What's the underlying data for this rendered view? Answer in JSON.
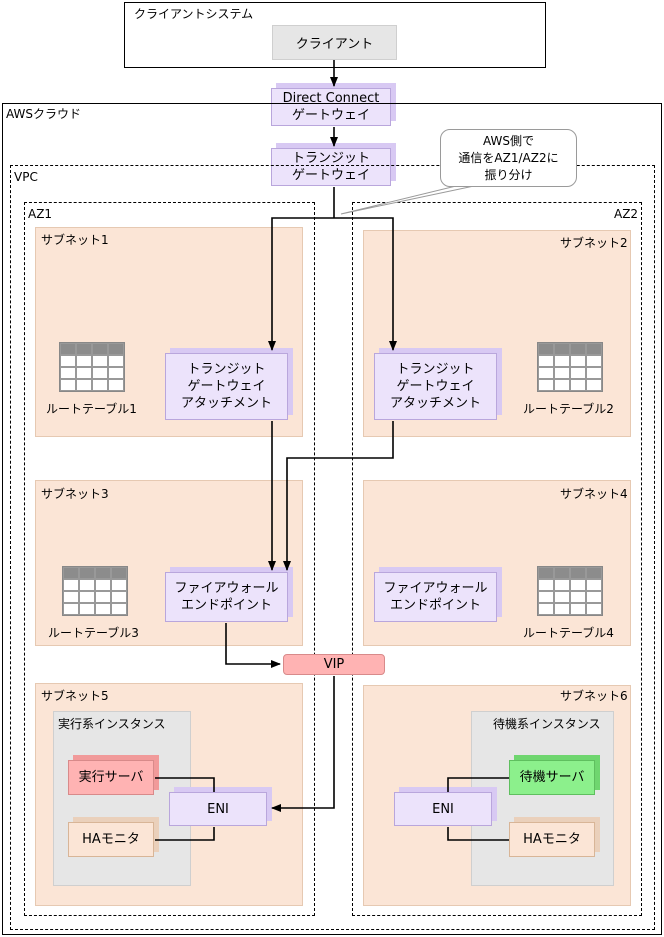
{
  "client_system": {
    "label": "クライアントシステム",
    "client": "クライアント"
  },
  "direct_connect": "Direct Connect\nゲートウェイ",
  "aws_cloud": "AWSクラウド",
  "transit_gateway": "トランジット\nゲートウェイ",
  "callout": "AWS側で\n通信をAZ1/AZ2に\n振り分け",
  "vpc": "VPC",
  "az1": {
    "label": "AZ1",
    "subnet1": {
      "label": "サブネット1",
      "attachment": "トランジット\nゲートウェイ\nアタッチメント",
      "route_table": "ルートテーブル1"
    },
    "subnet3": {
      "label": "サブネット3",
      "firewall": "ファイアウォール\nエンドポイント",
      "route_table": "ルートテーブル3"
    },
    "subnet5": {
      "label": "サブネット5",
      "group": "実行系インスタンス",
      "server": "実行サーバ",
      "monitor": "HAモニタ",
      "eni": "ENI"
    }
  },
  "az2": {
    "label": "AZ2",
    "subnet2": {
      "label": "サブネット2",
      "attachment": "トランジット\nゲートウェイ\nアタッチメント",
      "route_table": "ルートテーブル2"
    },
    "subnet4": {
      "label": "サブネット4",
      "firewall": "ファイアウォール\nエンドポイント",
      "route_table": "ルートテーブル4"
    },
    "subnet6": {
      "label": "サブネット6",
      "group": "待機系インスタンス",
      "server": "待機サーバ",
      "monitor": "HAモニタ",
      "eni": "ENI"
    }
  },
  "vip": "VIP",
  "colors": {
    "subnet": "#fbe5d6",
    "component": "#ece3fb",
    "active_server": "#ffb3b3",
    "standby_server": "#8cf08c",
    "vip": "#ffb3b3",
    "instance_group": "#e6e6e6"
  }
}
